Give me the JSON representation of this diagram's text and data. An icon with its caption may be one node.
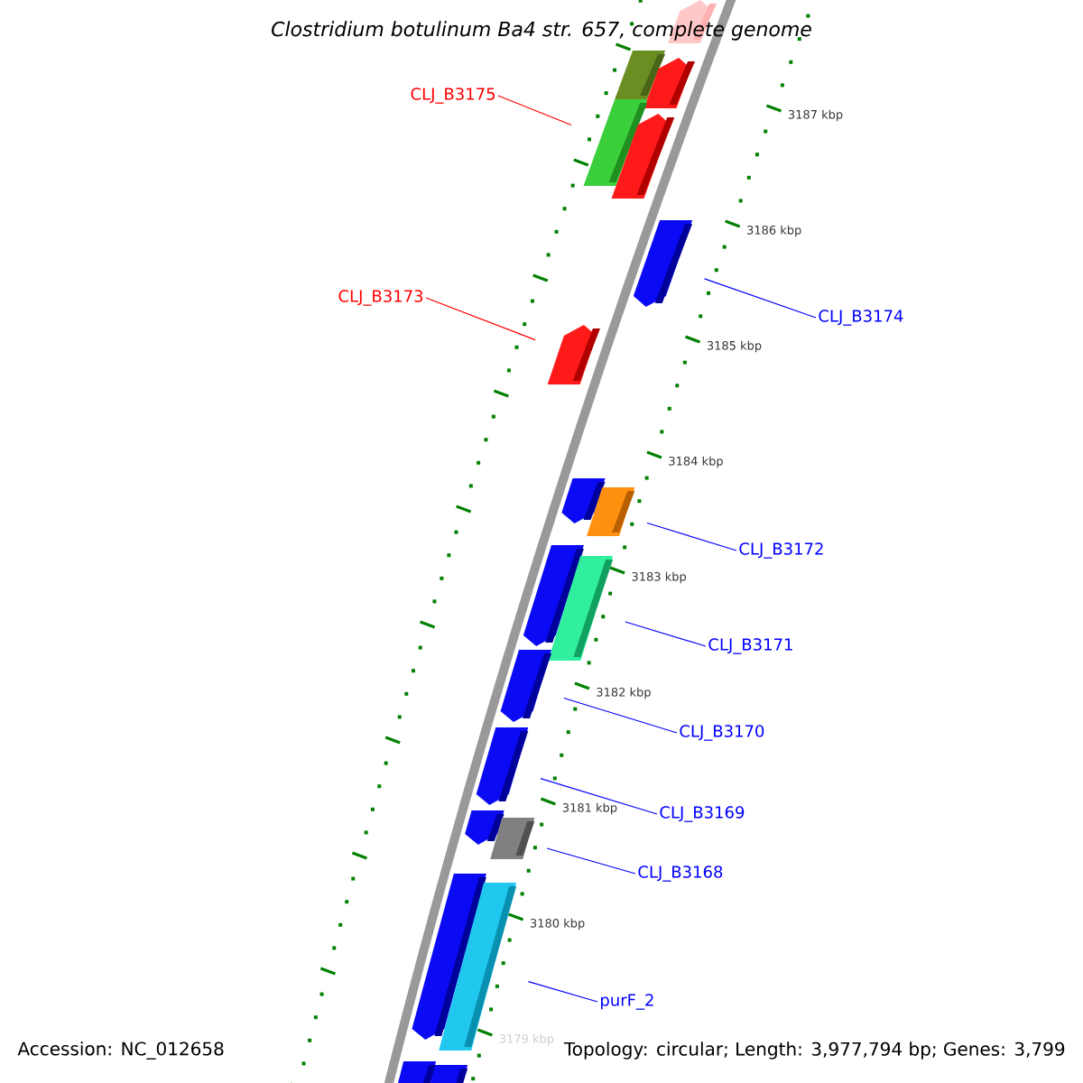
{
  "diagram": {
    "title": "*Clostridium botulinum* Ba4 str. 657, complete genome",
    "nodes": [
      {
        "text": [],
        "shape": "bar"
      },
      {
        "text": [],
        "shape": "bar"
      },
      {
        "text": [],
        "shape": "bar"
      },
      {
        "text": [],
        "shape": "bar"
      },
      {
        "text": [],
        "shape": "bar"
      },
      {
        "text": [],
        "shape": "bar"
      },
      {
        "text": [],
        "shape": "bar"
      },
      {
        "text": [],
        "shape": "bar"
      },
      {
        "text": [],
        "shape": "bar"
      },
      {
        "text": [],
        "shape": "bar"
      },
      {
        "text": [],
        "shape": "bar"
      },
      {
        "text": [],
        "shape": "bar"
      },
      {
        "text": [],
        "shape": "bar"
      },
      {
        "text": [],
        "shape": "bar"
      },
      {
        "text": [],
        "shape": "bar"
      },
      {
        "text": [],
        "shape": "bar"
      },
      {
        "text": [],
        "shape": "bar"
      },
      {
        "text": [],
        "shape": "bar"
      },
      {
        "text": [],
        "shape": "bar"
      },
      {
        "text": [
          "CLJ_B3175"
        ]
      },
      {
        "text": [
          "CLJ_B3174"
        ]
      },
      {
        "text": [
          "CLJ_B3173"
        ]
      },
      {
        "text": [
          "CLJ_B3172"
        ]
      },
      {
        "text": [
          "CLJ_B3171"
        ]
      },
      {
        "text": [
          "CLJ_B3170"
        ]
      },
      {
        "text": [
          "CLJ_B3169"
        ]
      },
      {
        "text": [
          "CLJ_B3168"
        ]
      },
      {
        "text": [
          "purF_2"
        ]
      }
    ],
    "edges": [
      {
        "from": 19,
        "to": 3,
        "arrow": "none",
        "color": "#ff0000"
      },
      {
        "from": 20,
        "to": 5,
        "arrow": "none"
      },
      {
        "from": 21,
        "to": 6,
        "arrow": "none",
        "color": "#ff0000"
      },
      {
        "from": 22,
        "to": 8,
        "arrow": "none"
      },
      {
        "from": 23,
        "to": 10,
        "arrow": "none"
      },
      {
        "from": 24,
        "to": 11,
        "arrow": "none"
      },
      {
        "from": 25,
        "to": 12,
        "arrow": "none"
      },
      {
        "from": 26,
        "to": 14,
        "arrow": "none"
      },
      {
        "from": 27,
        "to": 16,
        "arrow": "none"
      }
    ],
    "labels": [
      "3187 kbp",
      "3186 kbp",
      "3185 kbp",
      "3184 kbp",
      "3183 kbp",
      "3182 kbp",
      "3181 kbp",
      "3180 kbp",
      "3179 kbp",
      "Accession: NC_012658",
      "Topology: circular; Length: 3,977,794 bp; Genes: 3,799"
    ]
  }
}
